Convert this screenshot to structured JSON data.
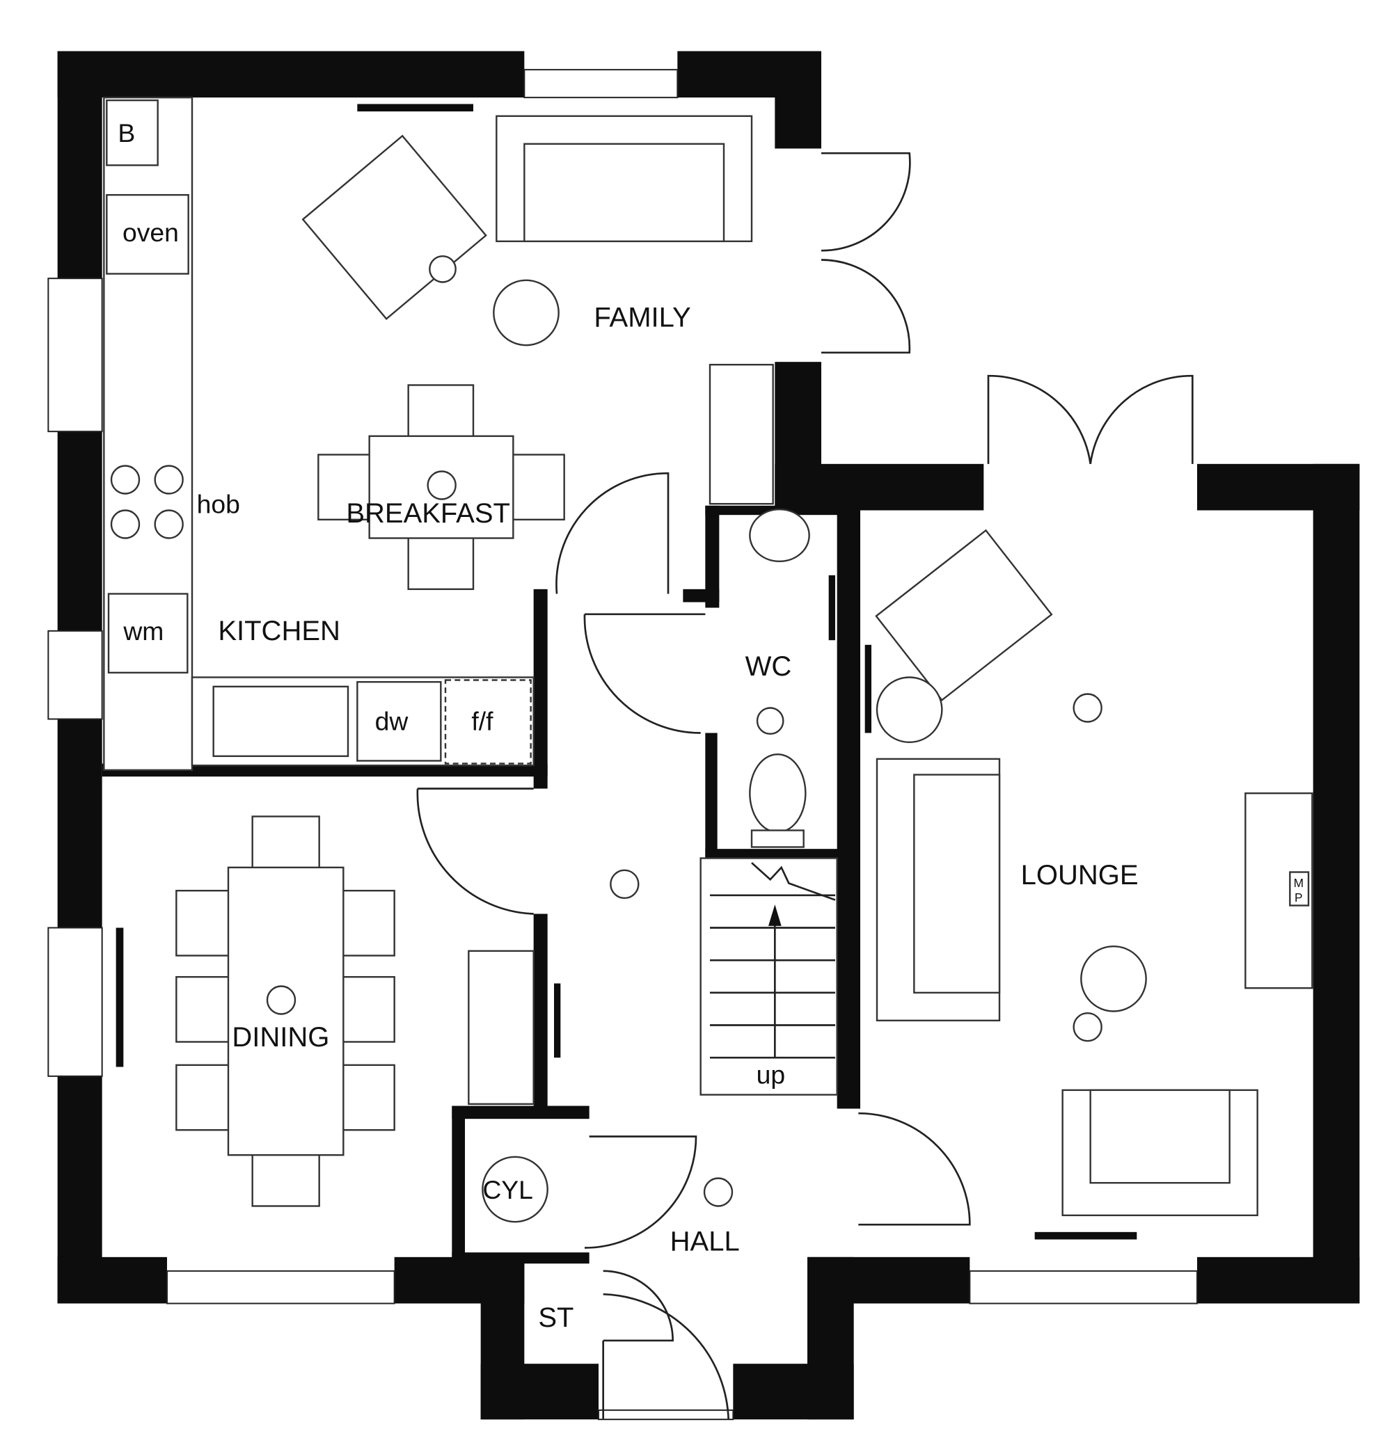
{
  "rooms": {
    "family": "FAMILY",
    "breakfast": "BREAKFAST",
    "kitchen": "KITCHEN",
    "dining": "DINING",
    "wc": "WC",
    "lounge": "LOUNGE",
    "hall": "HALL",
    "st": "ST"
  },
  "fixtures": {
    "boiler": "B",
    "oven": "oven",
    "hob": "hob",
    "washing_machine": "wm",
    "dishwasher": "dw",
    "fridge_freezer": "f/f",
    "cylinder": "CYL",
    "stairs": "up",
    "meter_m": "M",
    "meter_p": "P"
  }
}
